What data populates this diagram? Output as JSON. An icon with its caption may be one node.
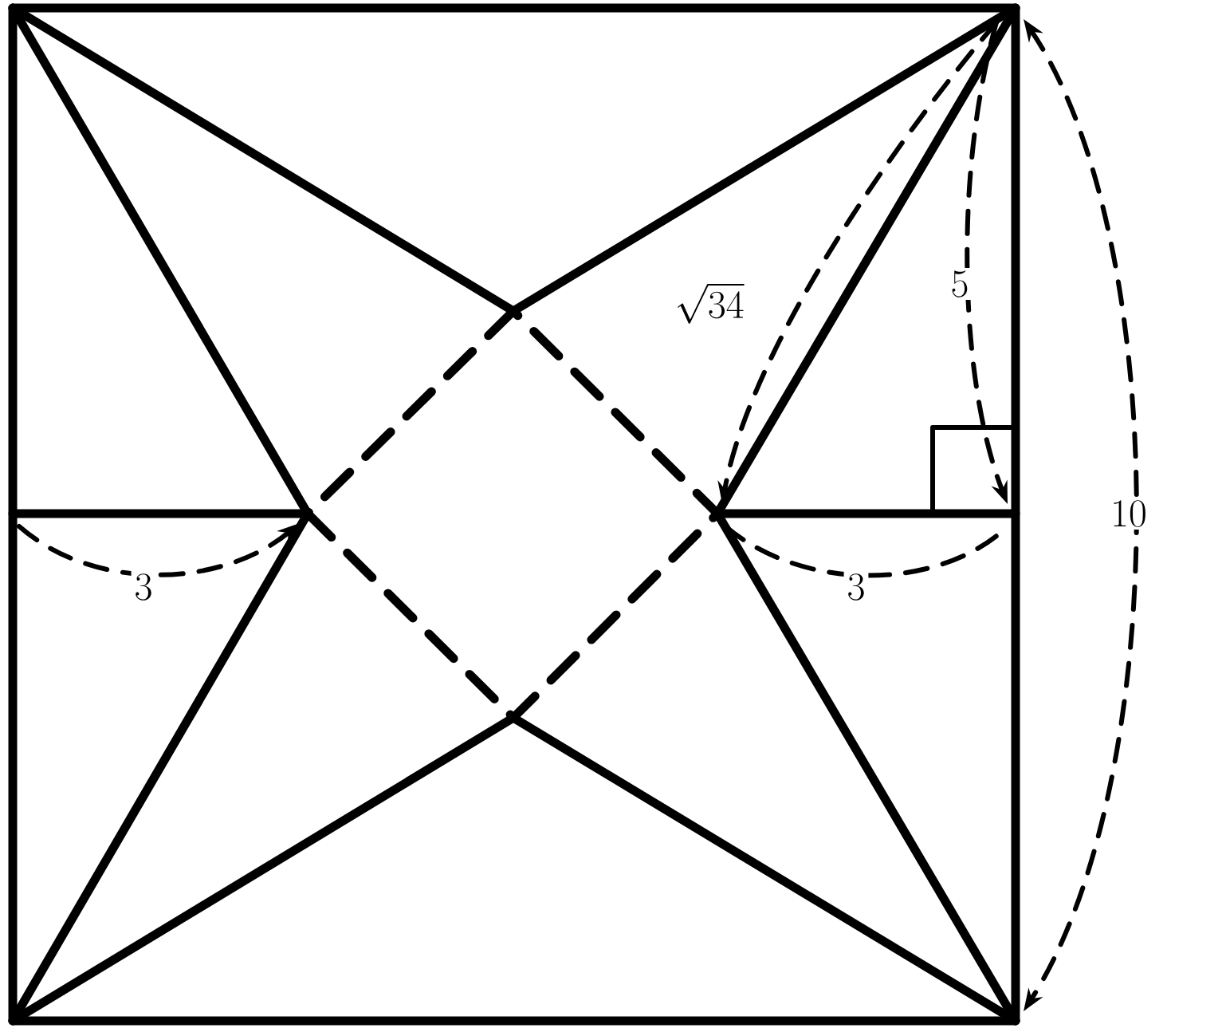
{
  "diagram": {
    "labels": [
      "5",
      "\\sqrt{34}",
      "10",
      "3",
      "3"
    ]
  }
}
